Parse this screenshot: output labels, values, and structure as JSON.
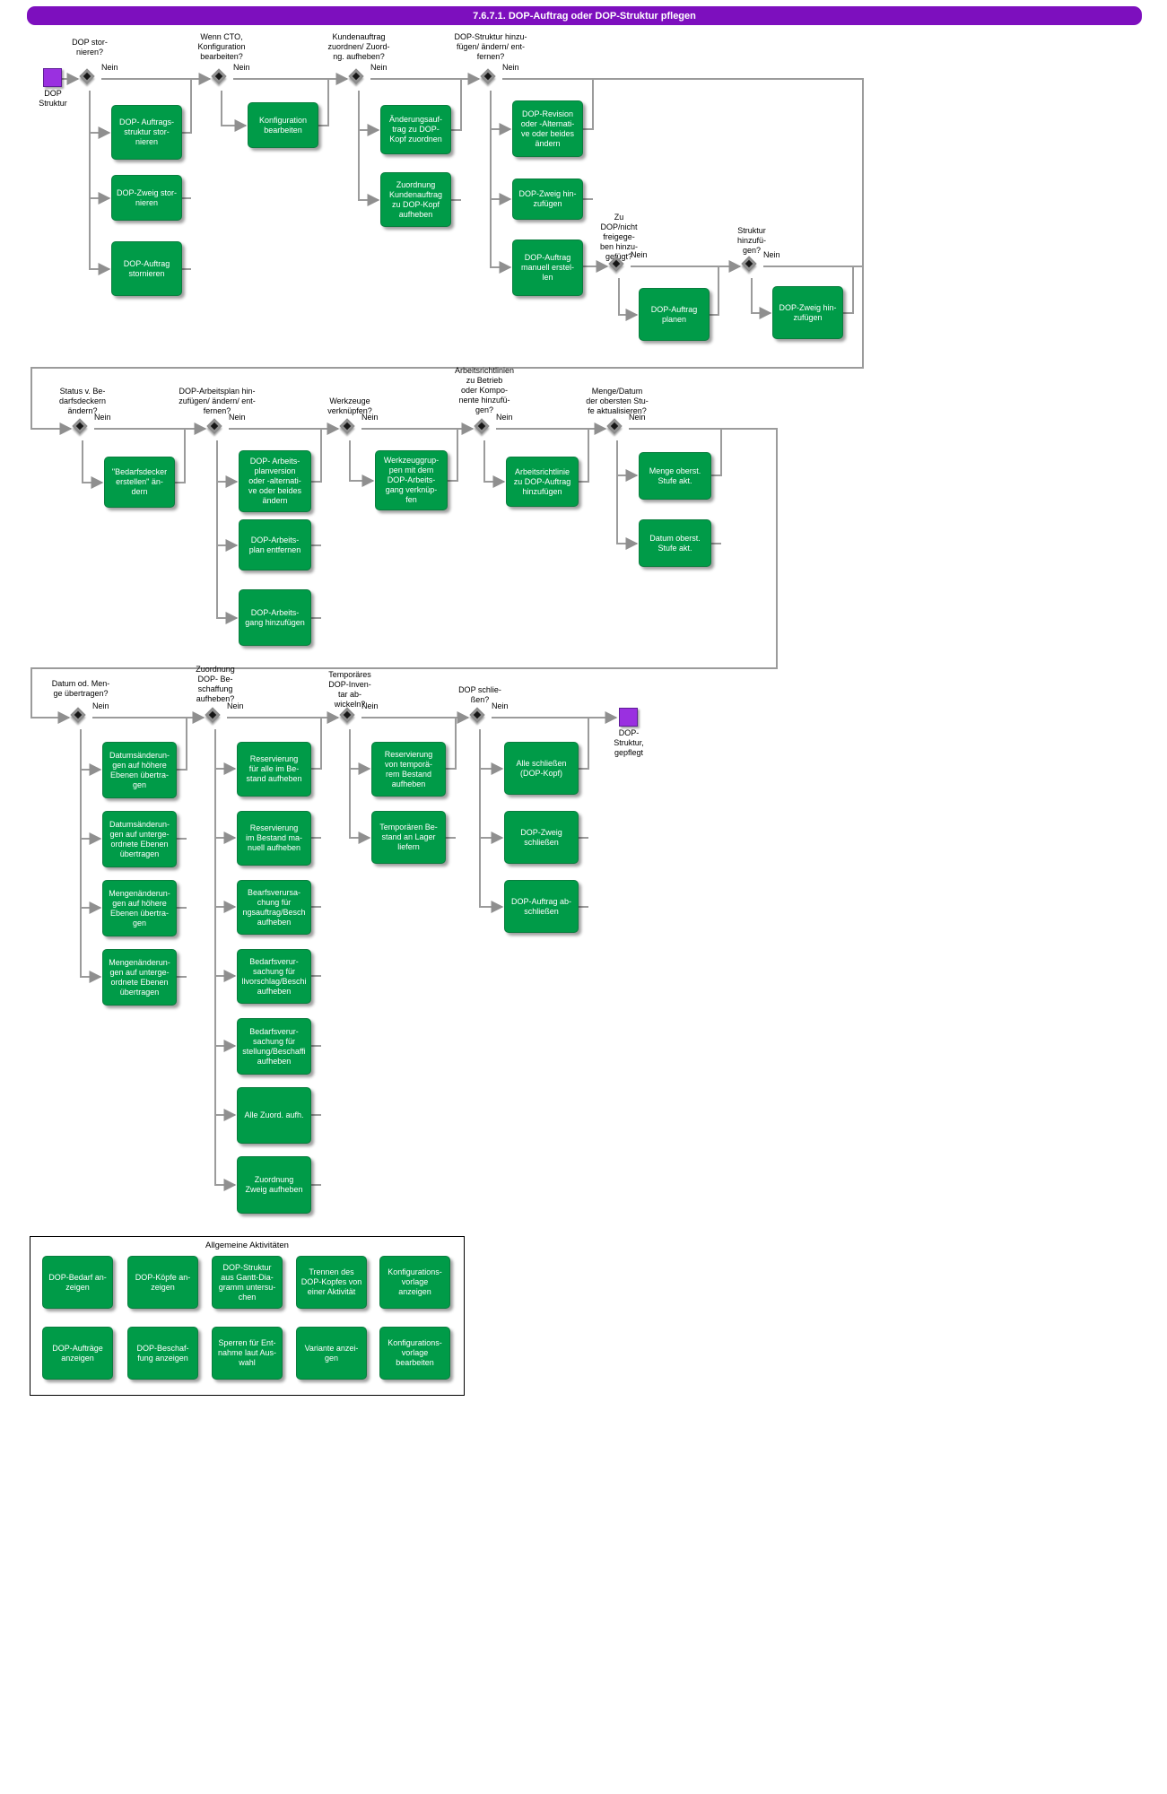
{
  "header": {
    "title": "7.6.7.1. DOP-Auftrag oder DOP-Struktur pflegen"
  },
  "labels": {
    "nein": "Nein"
  },
  "start": {
    "label": "DOP\nStruktur"
  },
  "end": {
    "label": "DOP-\nStruktur,\ngepflegt"
  },
  "colors": {
    "header": "#7d0fbe",
    "activity": "#009b48",
    "node": "#9a30e0"
  },
  "flow": [
    {
      "question": "DOP  stor-\nnieren?",
      "boxes": [
        "DOP- Auftrags-\nstruktur  stor-\nnieren",
        "DOP-Zweig stor-\nnieren",
        "DOP-Auftrag\nstornieren"
      ]
    },
    {
      "question": "Wenn CTO,\nKonfiguration\nbearbeiten?",
      "boxes": [
        "Konfiguration\nbearbeiten"
      ]
    },
    {
      "question": "Kundenauftrag\nzuordnen/ Zuord-\nng. aufheben?",
      "boxes": [
        "Änderungsauf-\ntrag zu DOP-\nKopf zuordnen",
        "Zuordnung\nKundenauftrag\nzu DOP-Kopf\naufheben"
      ]
    },
    {
      "question": "DOP-Struktur hinzu-\nfügen/ ändern/ ent-\nfernen?",
      "boxes": [
        "DOP-Revision\noder -Alternati-\nve oder beides\nändern",
        "DOP-Zweig hin-\nzufügen",
        "DOP-Auftrag\nmanuell erstel-\nlen"
      ]
    },
    {
      "question": "Zu\nDOP/nicht\nfreigege-\nben hinzu-\ngefügt?",
      "boxes": [
        "DOP-Auftrag\nplanen"
      ]
    },
    {
      "question": "Struktur\nhinzufü-\ngen?",
      "boxes": [
        "DOP-Zweig hin-\nzufügen"
      ]
    },
    {
      "question": "Status v. Be-\ndarfsdeckern\nändern?",
      "boxes": [
        "\"Bedarfsdecker\nerstellen\" än-\ndern"
      ]
    },
    {
      "question": "DOP-Arbeitsplan hin-\nzufügen/ ändern/ ent-\nfernen?",
      "boxes": [
        "DOP- Arbeits-\nplanversion\noder -alternati-\nve  oder beides\nändern",
        "DOP-Arbeits-\nplan entfernen",
        "DOP-Arbeits-\ngang hinzufügen"
      ]
    },
    {
      "question": "Werkzeuge\nverknüpfen?",
      "boxes": [
        "Werkzeuggrup-\npen mit dem\nDOP-Arbeits-\ngang verknüp-\nfen"
      ]
    },
    {
      "question": "Arbeitsrichtlinien\nzu Betrieb\noder    Kompo-\nnente   hinzufü-\ngen?",
      "boxes": [
        "Arbeitsrichtlinie\nzu DOP-Auftrag\nhinzufügen"
      ]
    },
    {
      "question": "Menge/Datum\nder obersten Stu-\nfe aktualisieren?",
      "boxes": [
        "Menge oberst.\nStufe akt.",
        "Datum oberst.\nStufe akt."
      ]
    },
    {
      "question": "Datum od. Men-\nge übertragen?",
      "boxes": [
        "Datumsänderun-\ngen auf höhere\nEbenen übertra-\ngen",
        "Datumsänderun-\ngen auf unterge-\nordnete Ebenen\nübertragen",
        "Mengenänderun-\ngen auf höhere\nEbenen übertra-\ngen",
        "Mengenänderun-\ngen auf unterge-\nordnete Ebenen\nübertragen"
      ]
    },
    {
      "question": "Zuordnung\nDOP- Be-\nschaffung\naufheben?",
      "boxes": [
        "Reservierung\nfür alle im Be-\nstand aufheben",
        "Reservierung\nim Bestand ma-\nnuell aufheben",
        "Bearfsverursa-\nchung   für\nngsauftrag/Besch\naufheben",
        "Bedarfsverur-\nsachung  für\nllvorschlag/Beschi\naufheben",
        "Bedarfsverur-\nsachung  für\nstellung/Beschaffi\naufheben",
        "Alle Zuord. aufh.",
        "Zuordnung\nZweig aufheben"
      ]
    },
    {
      "question": "Temporäres\nDOP-Inven-\ntar ab-\nwickeln?",
      "boxes": [
        "Reservierung\nvon temporä-\nrem Bestand\naufheben",
        "Temporären Be-\nstand an Lager\nliefern"
      ]
    },
    {
      "question": "DOP schlie-\nßen?",
      "boxes": [
        "Alle schließen\n(DOP-Kopf)",
        "DOP-Zweig\nschließen",
        "DOP-Auftrag ab-\nschließen"
      ]
    }
  ],
  "general": {
    "title": "Allgemeine Aktivitäten",
    "items": [
      "DOP-Bedarf an-\nzeigen",
      "DOP-Köpfe an-\nzeigen",
      "DOP-Struktur\naus Gantt-Dia-\ngramm untersu-\nchen",
      "Trennen des\nDOP-Kopfes von\neiner Aktivität",
      "Konfigurations-\nvorlage\nanzeigen",
      "DOP-Aufträge\nanzeigen",
      "DOP-Beschaf-\nfung anzeigen",
      "Sperren für Ent-\nnahme laut Aus-\nwahl",
      "Variante anzei-\ngen",
      "Konfigurations-\nvorlage\nbearbeiten"
    ]
  }
}
